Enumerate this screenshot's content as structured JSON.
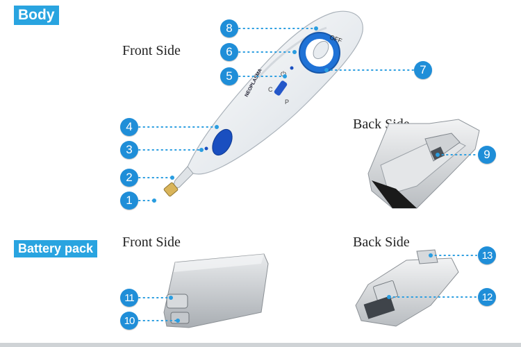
{
  "sections": {
    "body": "Body",
    "battery": "Battery pack"
  },
  "captions": {
    "body_front": "Front Side",
    "body_back": "Back Side",
    "battery_front": "Front Side",
    "battery_back": "Back Side"
  },
  "device_text": {
    "brand": "NEOPLASMA",
    "off": "OFF",
    "c": "C",
    "p": "P"
  },
  "callouts": [
    "1",
    "2",
    "3",
    "4",
    "5",
    "6",
    "7",
    "8",
    "9",
    "10",
    "11",
    "12",
    "13"
  ],
  "colors": {
    "accent_blue": "#29a4e0",
    "callout_blue": "#1f8ed8",
    "button_blue": "#1a4fc0"
  }
}
